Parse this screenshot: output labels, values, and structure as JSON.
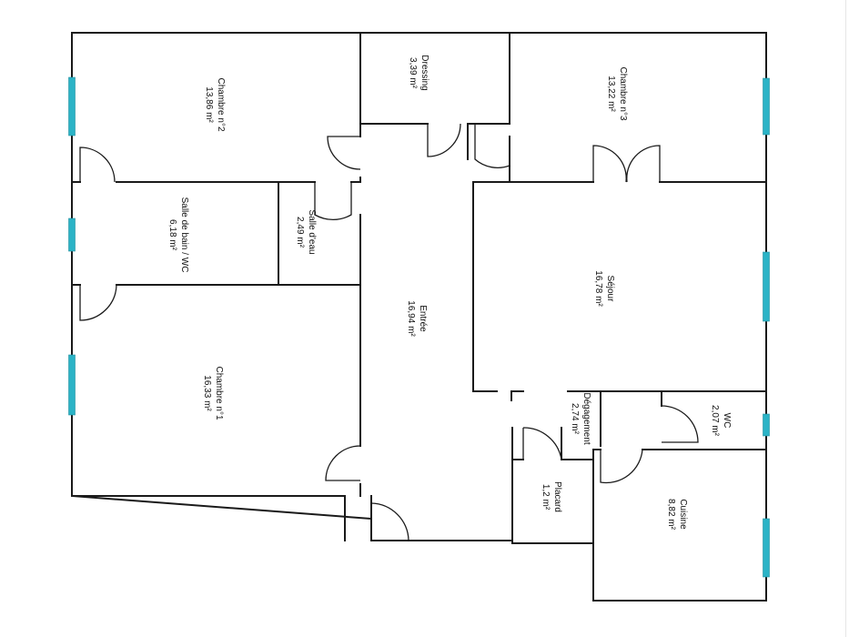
{
  "plan": {
    "window_color": "#2bb3c6",
    "wall_color": "#1a1a1a",
    "rooms": [
      {
        "id": "chambre2",
        "name": "Chambre n°2",
        "area": "13,86  m²"
      },
      {
        "id": "dressing",
        "name": "Dressing",
        "area": "3,39  m²"
      },
      {
        "id": "chambre3",
        "name": "Chambre n°3",
        "area": "13,22  m²"
      },
      {
        "id": "sdb",
        "name": "Salle de bain / WC",
        "area": "6,18  m²"
      },
      {
        "id": "salle_eau",
        "name": "Salle d'eau",
        "area": "2,49  m²"
      },
      {
        "id": "entree",
        "name": "Entrée",
        "area": "16,94  m²"
      },
      {
        "id": "sejour",
        "name": "Séjour",
        "area": "16,78  m²"
      },
      {
        "id": "chambre1",
        "name": "Chambre n°1",
        "area": "16,33  m²"
      },
      {
        "id": "degagement",
        "name": "Dégagement",
        "area": "2,74  m²"
      },
      {
        "id": "wc",
        "name": "WC",
        "area": "2,07  m²"
      },
      {
        "id": "placard",
        "name": "Placard",
        "area": "1,2  m²"
      },
      {
        "id": "cuisine",
        "name": "Cuisine",
        "area": "8,82  m²"
      }
    ]
  }
}
